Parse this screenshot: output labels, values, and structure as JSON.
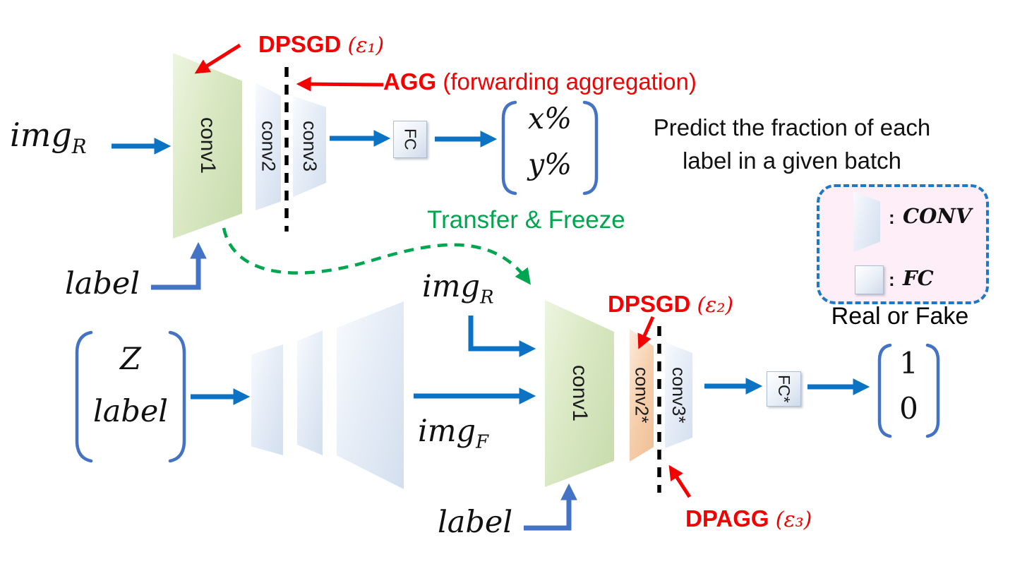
{
  "colors": {
    "red": "#f50000",
    "green": "#00a550",
    "blue": "#0b72c4",
    "indigo": "#4472c4",
    "bracket": "#4472c4",
    "legend-border": "#1e78c8",
    "legend-bg": "#fdeef7"
  },
  "classifier": {
    "input_base": "img",
    "input_sub": "R",
    "label_input": "label",
    "layer1": "conv1",
    "layer2": "conv2",
    "layer3": "conv3",
    "fc": "FC",
    "out_row1": "x%",
    "out_row2": "y%",
    "dpsgd_name": "DPSGD",
    "dpsgd_param": "(ε₁)",
    "agg_name": "AGG",
    "agg_param": "(forwarding aggregation)",
    "caption_line1": "Predict the fraction of each",
    "caption_line2": "label in a given batch"
  },
  "transfer_label": "Transfer & Freeze",
  "generator": {
    "in_row1": "Z",
    "in_row2": "label"
  },
  "discriminator": {
    "img_r_base": "img",
    "img_r_sub": "R",
    "img_f_base": "img",
    "img_f_sub": "F",
    "label_input": "label",
    "layer1": "conv1",
    "layer2": "conv2*",
    "layer3": "conv3*",
    "fc": "FC*",
    "out_row1": "1",
    "out_row2": "0",
    "dpsgd_name": "DPSGD",
    "dpsgd_param": "(ε₂)",
    "dpagg_name": "DPAGG",
    "dpagg_param": "(ε₃)"
  },
  "legend": {
    "separator": ":",
    "conv_label": "CONV",
    "fc_label": "FC",
    "caption": "Real or Fake"
  }
}
